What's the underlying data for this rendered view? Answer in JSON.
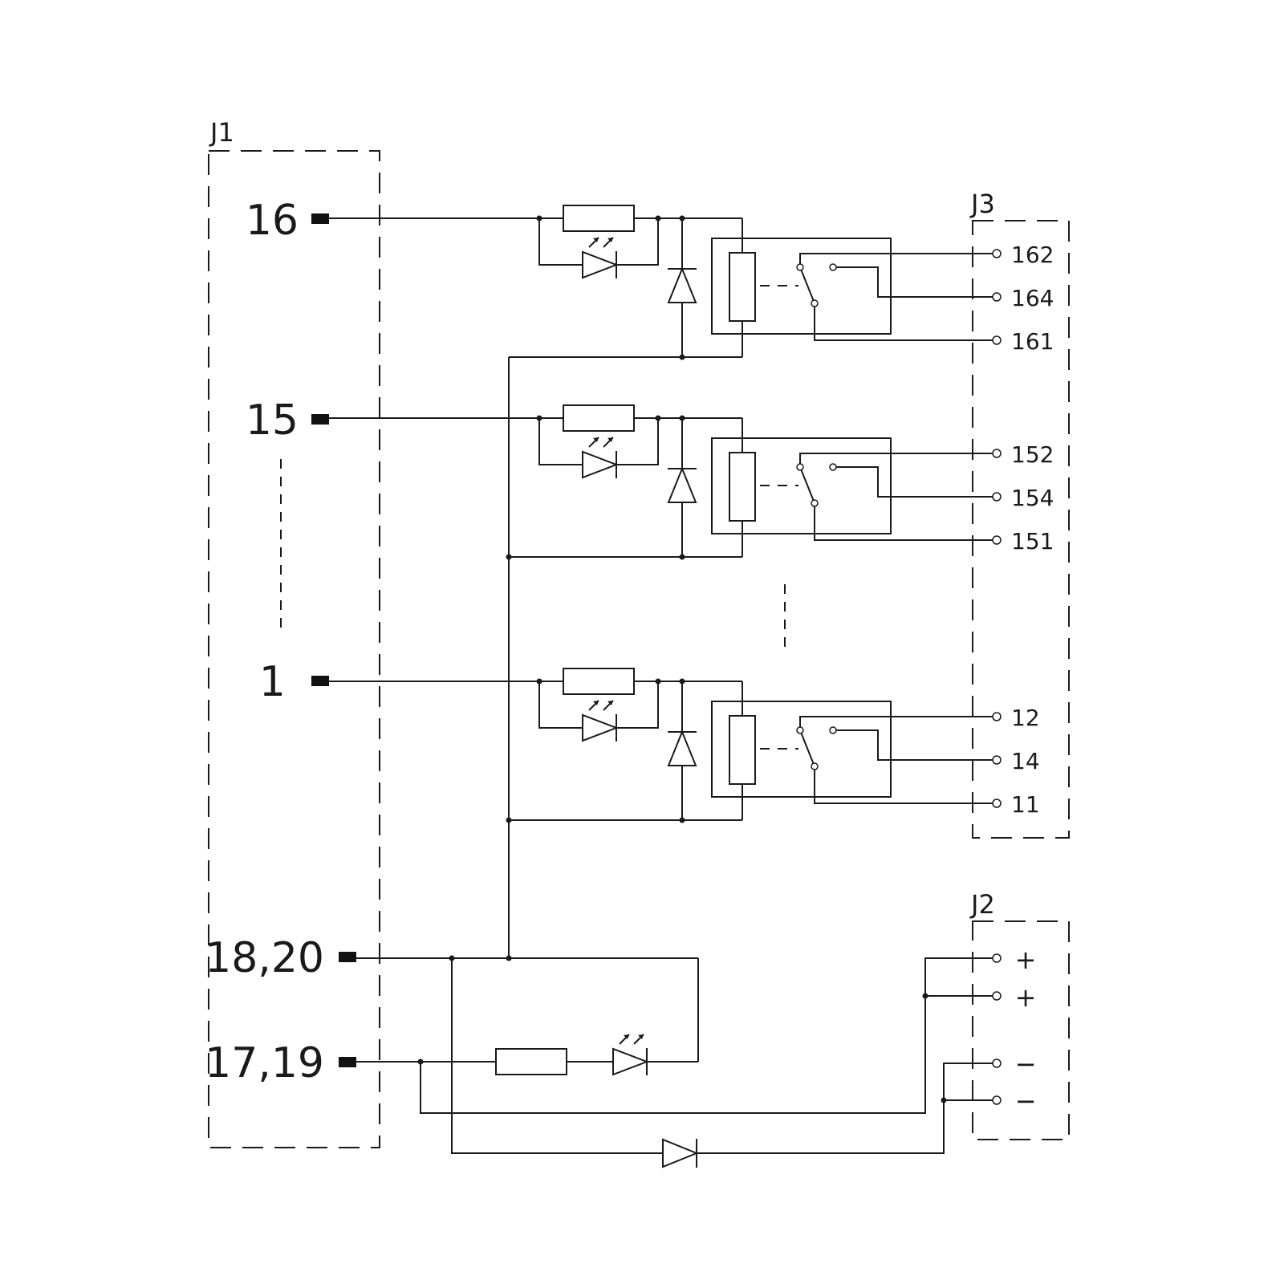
{
  "connectors": {
    "j1": "J1",
    "j2": "J2",
    "j3": "J3"
  },
  "j1_pins": [
    "16",
    "15",
    "1",
    "18,20",
    "17,19"
  ],
  "channels": [
    {
      "nc": "162",
      "no": "164",
      "com": "161"
    },
    {
      "nc": "152",
      "no": "154",
      "com": "151"
    },
    {
      "nc": "12",
      "no": "14",
      "com": "11"
    }
  ],
  "j2_signs": [
    "+",
    "+",
    "−",
    "−"
  ]
}
